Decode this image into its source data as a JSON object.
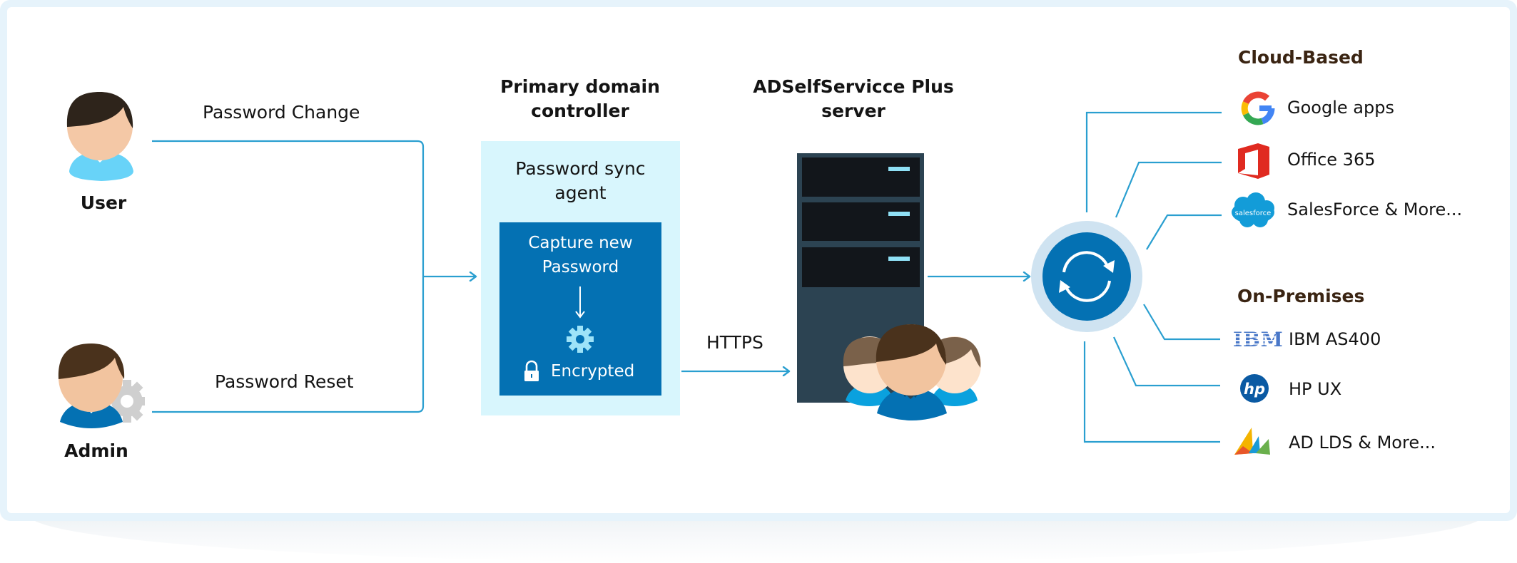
{
  "actors": {
    "user": {
      "label": "User"
    },
    "admin": {
      "label": "Admin"
    }
  },
  "flows": {
    "password_change": "Password Change",
    "password_reset": "Password Reset",
    "https": "HTTPS"
  },
  "primary_domain_controller": {
    "title_line1": "Primary domain",
    "title_line2": "controller",
    "agent_title_line1": "Password sync",
    "agent_title_line2": "agent",
    "capture_line1": "Capture new",
    "capture_line2": "Password",
    "encrypted": "Encrypted"
  },
  "server": {
    "title_line1": "ADSelfServicce Plus",
    "title_line2": "server"
  },
  "targets": {
    "cloud_heading": "Cloud-Based",
    "cloud": [
      {
        "label": "Google apps",
        "icon": "google-icon"
      },
      {
        "label": "Office 365",
        "icon": "office-365-icon"
      },
      {
        "label": "SalesForce & More...",
        "icon": "salesforce-icon",
        "icon_text": "salesforce"
      }
    ],
    "onprem_heading": "On-Premises",
    "onprem": [
      {
        "label": "IBM AS400",
        "icon": "ibm-icon",
        "icon_text": "IBM"
      },
      {
        "label": "HP UX",
        "icon": "hp-icon",
        "icon_text": "hp"
      },
      {
        "label": "AD LDS & More...",
        "icon": "dynamics-icon"
      }
    ]
  },
  "colors": {
    "connector": "#2a9fd0",
    "agent_box": "#0471b3",
    "pdc_box": "#d8f6fd",
    "sync_outer": "#cfe3f1",
    "sync_inner": "#0471b3",
    "server_body": "#2c4352",
    "server_bay": "#12161b",
    "server_led": "#8fe0f5",
    "category_heading": "#3a2412"
  }
}
